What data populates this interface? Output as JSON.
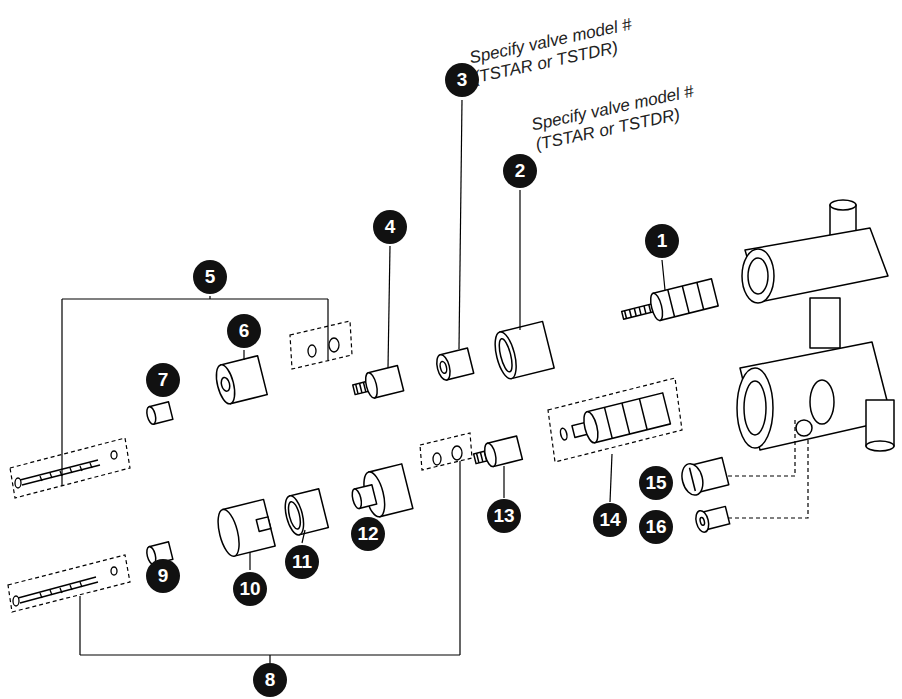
{
  "diagram": {
    "labels": [
      "Specify valve model # (TSTAR or TSTDR)",
      "3",
      "Specify valve model # (TSTAR or TSTDR)",
      "2",
      "4",
      "1",
      "5",
      "6",
      "7",
      "14",
      "15",
      "13",
      "12",
      "11",
      "10",
      "16",
      "9",
      "8"
    ]
  }
}
